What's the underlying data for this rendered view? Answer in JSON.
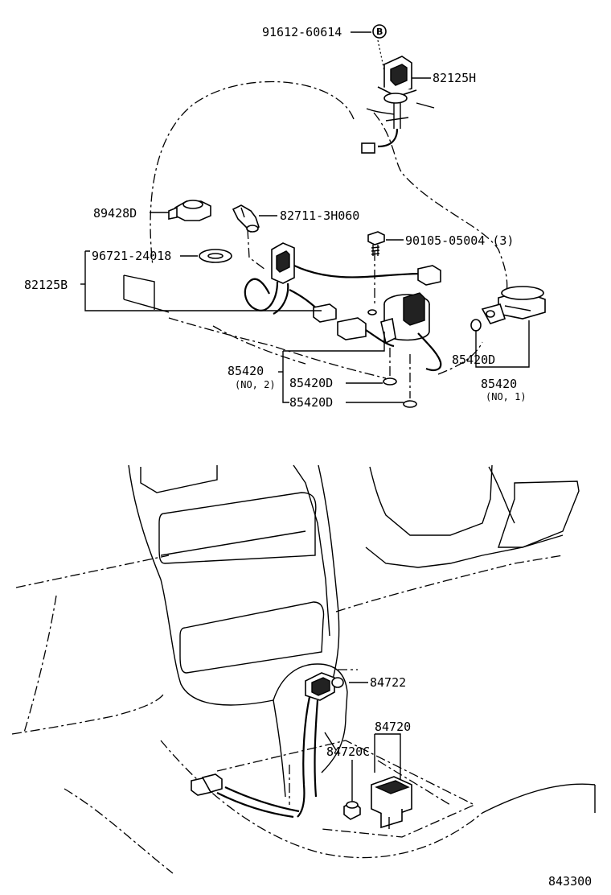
{
  "parts": {
    "p1": "91612-60614",
    "p1_badge": "B",
    "p2": "82125H",
    "p3": "89428D",
    "p4": "82711-3H060",
    "p5": "96721-24018",
    "p6": "90105-05004 (3)",
    "p7": "82125B",
    "p8": "85420",
    "p8_note": "(NO, 2)",
    "p9": "85420D",
    "p10": "85420D",
    "p11": "85420D",
    "p12": "85420",
    "p12_note": "(NO, 1)",
    "p13": "84722",
    "p14": "84720",
    "p15": "84720C"
  },
  "diagram_code": "843300"
}
